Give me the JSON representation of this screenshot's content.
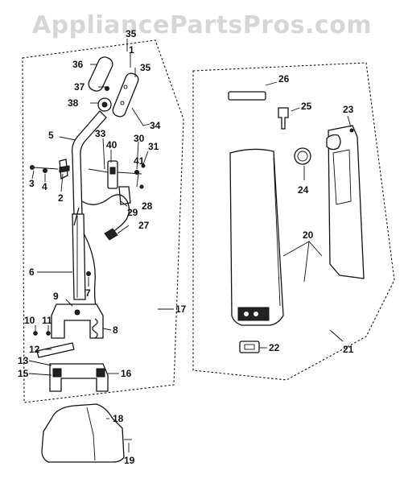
{
  "watermark": "AppliancePartsPros.com",
  "callouts": [
    {
      "id": "c1",
      "text": "1"
    },
    {
      "id": "c2",
      "text": "2"
    },
    {
      "id": "c3",
      "text": "3"
    },
    {
      "id": "c4",
      "text": "4"
    },
    {
      "id": "c5",
      "text": "5"
    },
    {
      "id": "c6",
      "text": "6"
    },
    {
      "id": "c7",
      "text": "7"
    },
    {
      "id": "c8",
      "text": "8"
    },
    {
      "id": "c9",
      "text": "9"
    },
    {
      "id": "c10",
      "text": "10"
    },
    {
      "id": "c11",
      "text": "11"
    },
    {
      "id": "c12",
      "text": "12"
    },
    {
      "id": "c13",
      "text": "13"
    },
    {
      "id": "c15",
      "text": "15"
    },
    {
      "id": "c16",
      "text": "16"
    },
    {
      "id": "c17",
      "text": "17"
    },
    {
      "id": "c18",
      "text": "18"
    },
    {
      "id": "c19",
      "text": "19"
    },
    {
      "id": "c20",
      "text": "20"
    },
    {
      "id": "c21",
      "text": "21"
    },
    {
      "id": "c22",
      "text": "22"
    },
    {
      "id": "c23",
      "text": "23"
    },
    {
      "id": "c24",
      "text": "24"
    },
    {
      "id": "c25",
      "text": "25"
    },
    {
      "id": "c26",
      "text": "26"
    },
    {
      "id": "c27",
      "text": "27"
    },
    {
      "id": "c28",
      "text": "28"
    },
    {
      "id": "c29",
      "text": "29"
    },
    {
      "id": "c30",
      "text": "30"
    },
    {
      "id": "c31",
      "text": "31"
    },
    {
      "id": "c33",
      "text": "33"
    },
    {
      "id": "c34",
      "text": "34"
    },
    {
      "id": "c35a",
      "text": "35"
    },
    {
      "id": "c35b",
      "text": "35"
    },
    {
      "id": "c36",
      "text": "36"
    },
    {
      "id": "c37",
      "text": "37"
    },
    {
      "id": "c38",
      "text": "38"
    },
    {
      "id": "c40",
      "text": "40"
    },
    {
      "id": "c41",
      "text": "41"
    }
  ]
}
